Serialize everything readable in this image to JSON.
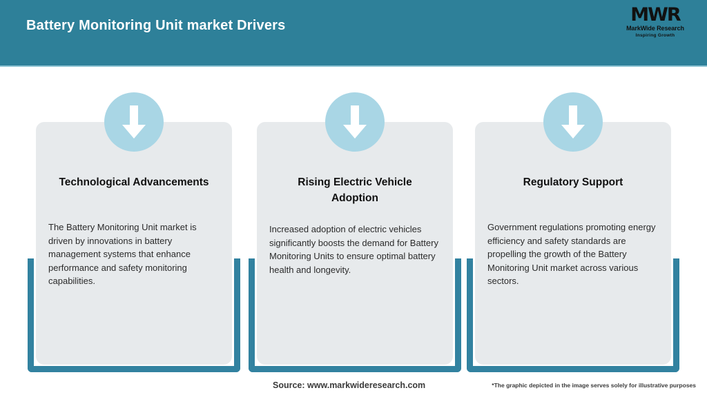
{
  "header": {
    "title": "Battery Monitoring Unit market Drivers",
    "bg_color": "#2E8099",
    "title_color": "#FFFFFF",
    "logo": {
      "mark": "MWR",
      "name": "MarkWide Research",
      "tagline": "Inspiring Growth"
    }
  },
  "theme": {
    "accent_teal": "#3282A0",
    "icon_circle": "#A9D6E5",
    "card_bg": "#E7EAEC",
    "page_bg": "#FFFFFF"
  },
  "cards": [
    {
      "icon": "down-arrow-icon",
      "title": "Technological Advancements",
      "body": "The Battery Monitoring Unit market is driven by innovations in battery management systems that enhance performance and safety monitoring capabilities."
    },
    {
      "icon": "down-arrow-icon",
      "title": "Rising Electric Vehicle Adoption",
      "body": "Increased adoption of electric vehicles significantly boosts the demand for Battery Monitoring Units to ensure optimal battery health and longevity."
    },
    {
      "icon": "down-arrow-icon",
      "title": "Regulatory Support",
      "body": "Government regulations promoting energy efficiency and safety standards are propelling the growth of the Battery Monitoring Unit market across various sectors."
    }
  ],
  "footer": {
    "source": "Source: www.markwideresearch.com",
    "disclaimer": "*The graphic depicted in the image serves solely for illustrative purposes"
  }
}
